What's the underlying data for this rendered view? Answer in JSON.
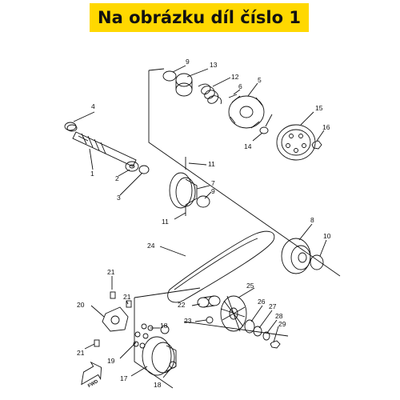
{
  "banner": {
    "text": "Na obrázku díl číslo 1",
    "background": "#ffd800"
  },
  "diagram": {
    "parts": [
      {
        "id": "1",
        "number": "1"
      },
      {
        "id": "2",
        "number": "2"
      },
      {
        "id": "3",
        "number": "3"
      },
      {
        "id": "4",
        "number": "4"
      },
      {
        "id": "5",
        "number": "5"
      },
      {
        "id": "6",
        "number": "6"
      },
      {
        "id": "7",
        "number": "7"
      },
      {
        "id": "8",
        "number": "8"
      },
      {
        "id": "9a",
        "number": "9"
      },
      {
        "id": "9b",
        "number": "9"
      },
      {
        "id": "10",
        "number": "10"
      },
      {
        "id": "11a",
        "number": "11"
      },
      {
        "id": "11b",
        "number": "11"
      },
      {
        "id": "12",
        "number": "12"
      },
      {
        "id": "13",
        "number": "13"
      },
      {
        "id": "14",
        "number": "14"
      },
      {
        "id": "15",
        "number": "15"
      },
      {
        "id": "16",
        "number": "16"
      },
      {
        "id": "17",
        "number": "17"
      },
      {
        "id": "18a",
        "number": "18"
      },
      {
        "id": "18b",
        "number": "18"
      },
      {
        "id": "19",
        "number": "19"
      },
      {
        "id": "20",
        "number": "20"
      },
      {
        "id": "21a",
        "number": "21"
      },
      {
        "id": "21b",
        "number": "21"
      },
      {
        "id": "21c",
        "number": "21"
      },
      {
        "id": "22",
        "number": "22"
      },
      {
        "id": "23",
        "number": "23"
      },
      {
        "id": "24",
        "number": "24"
      },
      {
        "id": "25",
        "number": "25"
      },
      {
        "id": "26",
        "number": "26"
      },
      {
        "id": "27",
        "number": "27"
      },
      {
        "id": "28",
        "number": "28"
      },
      {
        "id": "29",
        "number": "29"
      }
    ],
    "fwd_label": "FWD"
  }
}
